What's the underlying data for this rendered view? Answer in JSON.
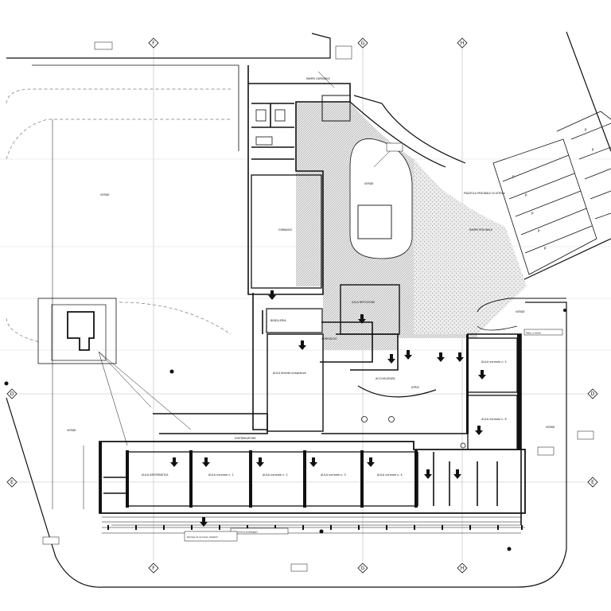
{
  "title": "",
  "grid_axes": {
    "columns": [
      "F",
      "G",
      "H"
    ],
    "rows": [
      "D",
      "E"
    ]
  },
  "rooms": {
    "gym": "GIMNASIO",
    "dining": "SALA REFEZIONE",
    "courtyard": "VERDE",
    "aula_integrativa": "AULA attività integrative",
    "aula_informatica": "AULA INFORMATICA",
    "aula_normale_1": "AULA normale n. 1",
    "aula_normale_2": "AULA normale n. 2",
    "aula_normale_3": "AULA normale n. 3",
    "aula_normale_4": "AULA normale n. 4",
    "aula_normale_5": "AULA normale n. 5",
    "aula_normale_6": "AULA normale n. 6",
    "atrio": "ATRIO",
    "reception": "ACCOGLIENZA",
    "corridor": "CORRIDOIO",
    "bidelleria": "BIDELLERIA",
    "distribuzione": "DISTRIBUZIONE"
  },
  "site_labels": {
    "green_west": "VERDE",
    "green_southwest": "VERDE",
    "green_east": "VERDE",
    "green_southeast": "VERDE",
    "ped_square": "PIAZZOLA PEDONALE DI ATTESA",
    "ped_ramp": "RAMPA PEDONALE",
    "car_ramp": "RAMPA CARRABILE",
    "shelter": "Banchina posteggio",
    "roof_note": "Tetto a falde",
    "parking_symbol": "P"
  },
  "notes": {
    "bottom_note": "Rampa di accesso disabili"
  }
}
